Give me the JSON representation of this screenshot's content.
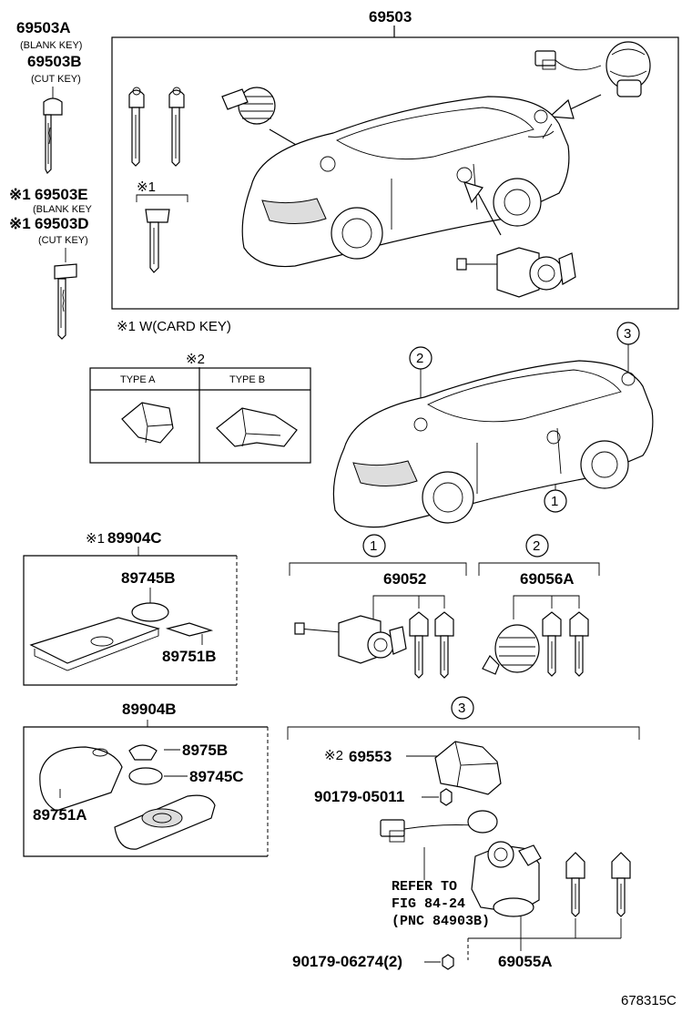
{
  "diagram_title": "69503",
  "footer_code": "678315C",
  "top_keys": {
    "p69503A": "69503A",
    "blank_key_1": "(BLANK KEY)",
    "p69503B": "69503B",
    "cut_key_1": "(CUT KEY)",
    "mark_a": "※1",
    "p69503E": "69503E",
    "blank_key_2": "(BLANK KEY",
    "mark_b": "※1",
    "p69503D": "69503D",
    "cut_key_2": "(CUT KEY)"
  },
  "card_key_group_mark": "※1",
  "card_key_note": "※1 W(CARD KEY)",
  "type_table": {
    "mark": "※2",
    "col_a": "TYPE A",
    "col_b": "TYPE B"
  },
  "callouts": {
    "one": "1",
    "two": "2",
    "three": "3"
  },
  "card_key_set": {
    "mark": "※1",
    "title": "89904C",
    "battery": "89745B",
    "label_part": "89751B"
  },
  "fob_set": {
    "title": "89904B",
    "p8975B": "8975B",
    "p89745C": "89745C",
    "p89751A": "89751A"
  },
  "set_one": {
    "part": "69052"
  },
  "set_two": {
    "part": "69056A"
  },
  "set_three": {
    "mark": "※2",
    "cover": "69553",
    "screw": "90179-05011",
    "refer_1": "REFER TO",
    "refer_2": "FIG 84-24",
    "refer_3": "(PNC 84903B)",
    "nut": "90179-06274(2)",
    "assembly": "69055A"
  }
}
